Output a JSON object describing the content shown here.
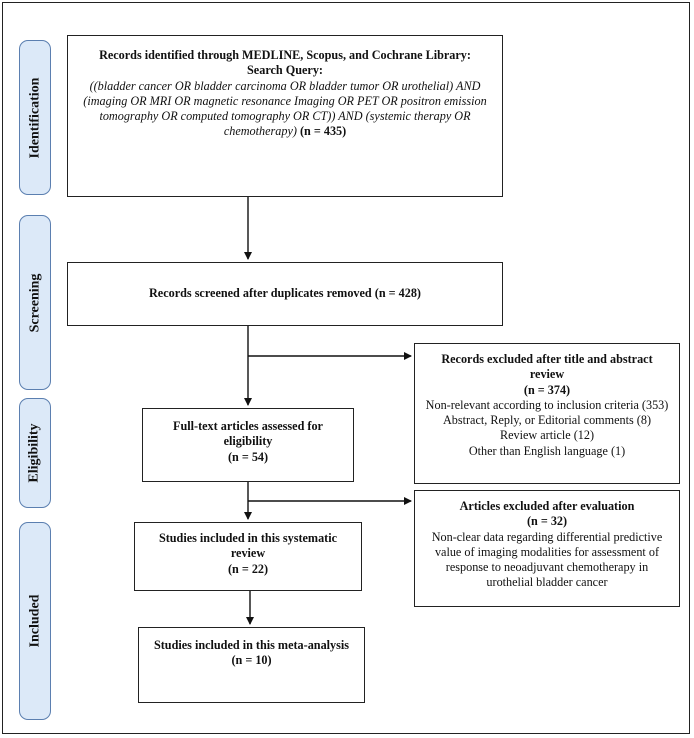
{
  "stages": {
    "identification": "Identification",
    "screening": "Screening",
    "eligibility": "Eligibility",
    "included": "Included"
  },
  "identification_box": {
    "title": "Records identified through MEDLINE, Scopus, and Cochrane Library:",
    "query_label": "Search Query:",
    "query_text": "((bladder cancer OR bladder carcinoma OR bladder tumor OR urothelial) AND (imaging OR MRI OR magnetic resonance Imaging OR PET OR positron emission tomography OR computed tomography OR CT)) AND (systemic therapy OR chemotherapy)",
    "count": "(n = 435)"
  },
  "screening_box": {
    "text": "Records screened after duplicates removed (n = 428)"
  },
  "excluded_title_box": {
    "title": "Records excluded after title and abstract review",
    "count": "(n = 374)",
    "reasons": [
      "Non-relevant according to inclusion criteria (353)",
      "Abstract, Reply, or Editorial comments (8)",
      "Review article (12)",
      "Other than English language (1)"
    ]
  },
  "fulltext_box": {
    "title": "Full-text articles assessed for eligibility",
    "count": "(n = 54)"
  },
  "excluded_eval_box": {
    "title": "Articles excluded after evaluation",
    "count": "(n = 32)",
    "reason": "Non-clear data regarding differential predictive value of imaging modalities for assessment of response to neoadjuvant chemotherapy in urothelial bladder cancer"
  },
  "systematic_box": {
    "title": "Studies included in this systematic review",
    "count": "(n = 22)"
  },
  "meta_box": {
    "title": "Studies included in this meta-analysis",
    "count": "(n = 10)"
  },
  "colors": {
    "stage_fill": "#dce9f8",
    "stage_border": "#5b7fb0",
    "line": "#111111"
  }
}
